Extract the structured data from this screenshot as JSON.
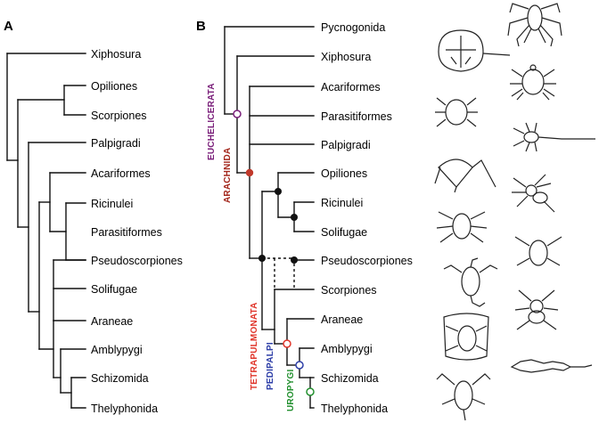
{
  "panel_a": {
    "label": "A",
    "taxa": [
      "Xiphosura",
      "Opiliones",
      "Scorpiones",
      "Palpigradi",
      "Acariformes",
      "Ricinulei",
      "Parasitiformes",
      "Pseudoscorpiones",
      "Solifugae",
      "Araneae",
      "Amblypygi",
      "Schizomida",
      "Thelyphonida"
    ]
  },
  "panel_b": {
    "label": "B",
    "taxa": [
      "Pycnogonida",
      "Xiphosura",
      "Acariformes",
      "Parasitiformes",
      "Palpigradi",
      "Opiliones",
      "Ricinulei",
      "Solifugae",
      "Pseudoscorpiones",
      "Scorpiones",
      "Araneae",
      "Amblypygi",
      "Schizomida",
      "Thelyphonida"
    ],
    "clades": {
      "euchelicerata": {
        "name": "EUCHELICERATA",
        "color": "#7a1f7a"
      },
      "arachnida": {
        "name": "ARACHNIDA",
        "color": "#a3271c"
      },
      "tetrapulmonata": {
        "name": "TETRAPULMONATA",
        "color": "#e0352a"
      },
      "pedipalpi": {
        "name": "PEDIPALPI",
        "color": "#2e3fa8"
      },
      "uropygi": {
        "name": "UROPYGI",
        "color": "#23902f"
      }
    }
  }
}
